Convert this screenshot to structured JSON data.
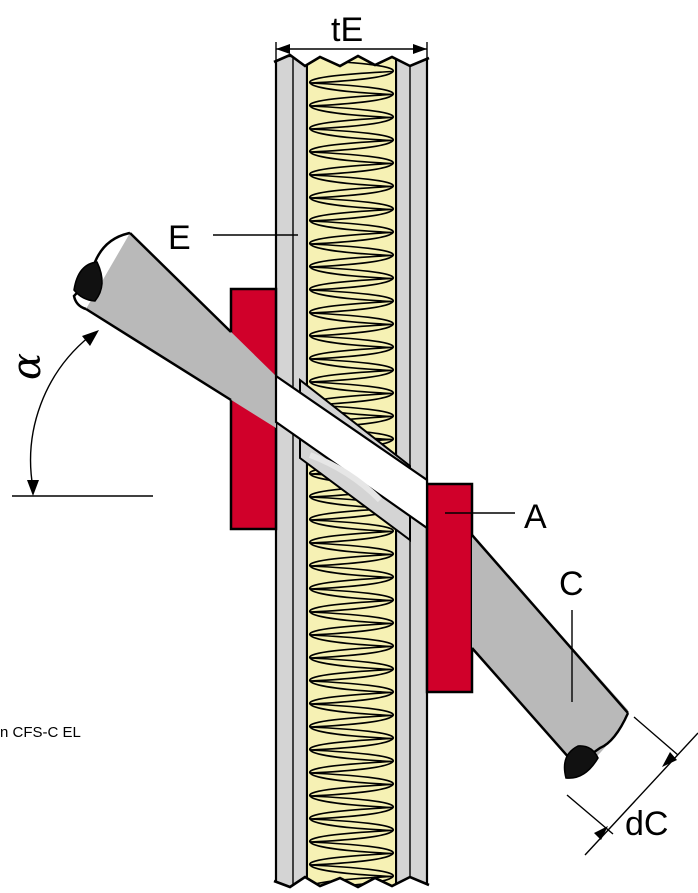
{
  "labels": {
    "tE": "tE",
    "E": "E",
    "alpha": "α",
    "A": "A",
    "C": "C",
    "dC": "dC",
    "caption": "n CFS-C EL"
  },
  "colors": {
    "collar": "#d0002a",
    "insulation": "#f6f1b4",
    "board": "#d4d4d4",
    "pipe_light": "#f4f4f4",
    "pipe_dark": "#bdbdbd",
    "outline": "#000000"
  }
}
